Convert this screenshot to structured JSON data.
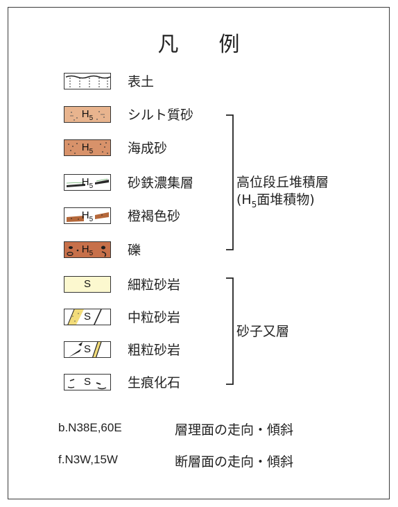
{
  "title_left": "凡",
  "title_right": "例",
  "legend_items": [
    {
      "label": "表土",
      "code": "",
      "color": "#ffffff"
    },
    {
      "label": "シルト質砂",
      "code": "H5",
      "color": "#e8b48e"
    },
    {
      "label": "海成砂",
      "code": "H5",
      "color": "#d8926a"
    },
    {
      "label": "砂鉄濃集層",
      "code": "H5",
      "color": "#ffffff"
    },
    {
      "label": "橙褐色砂",
      "code": "H5",
      "color": "#ffffff"
    },
    {
      "label": "礫",
      "code": "H5",
      "color": "#c7704a"
    },
    {
      "label": "細粒砂岩",
      "code": "S",
      "color": "#fcf8cf"
    },
    {
      "label": "中粒砂岩",
      "code": "S",
      "color": "#ffffff"
    },
    {
      "label": "粗粒砂岩",
      "code": "S",
      "color": "#ffffff"
    },
    {
      "label": "生痕化石",
      "code": "S",
      "color": "#ffffff"
    }
  ],
  "groups": [
    {
      "line1": "高位段丘堆積層",
      "line2_prefix": "(H",
      "line2_sub": "5",
      "line2_suffix": "面堆積物)"
    },
    {
      "line1": "砂子又層"
    }
  ],
  "structures": [
    {
      "code": "b.N38E,60E",
      "desc": "層理面の走向・傾斜"
    },
    {
      "code": "f.N3W,15W",
      "desc": "断層面の走向・傾斜"
    }
  ],
  "colors": {
    "frame": "#3a3a3a",
    "sand_yellow": "#f2dc7a",
    "dark": "#222222"
  }
}
